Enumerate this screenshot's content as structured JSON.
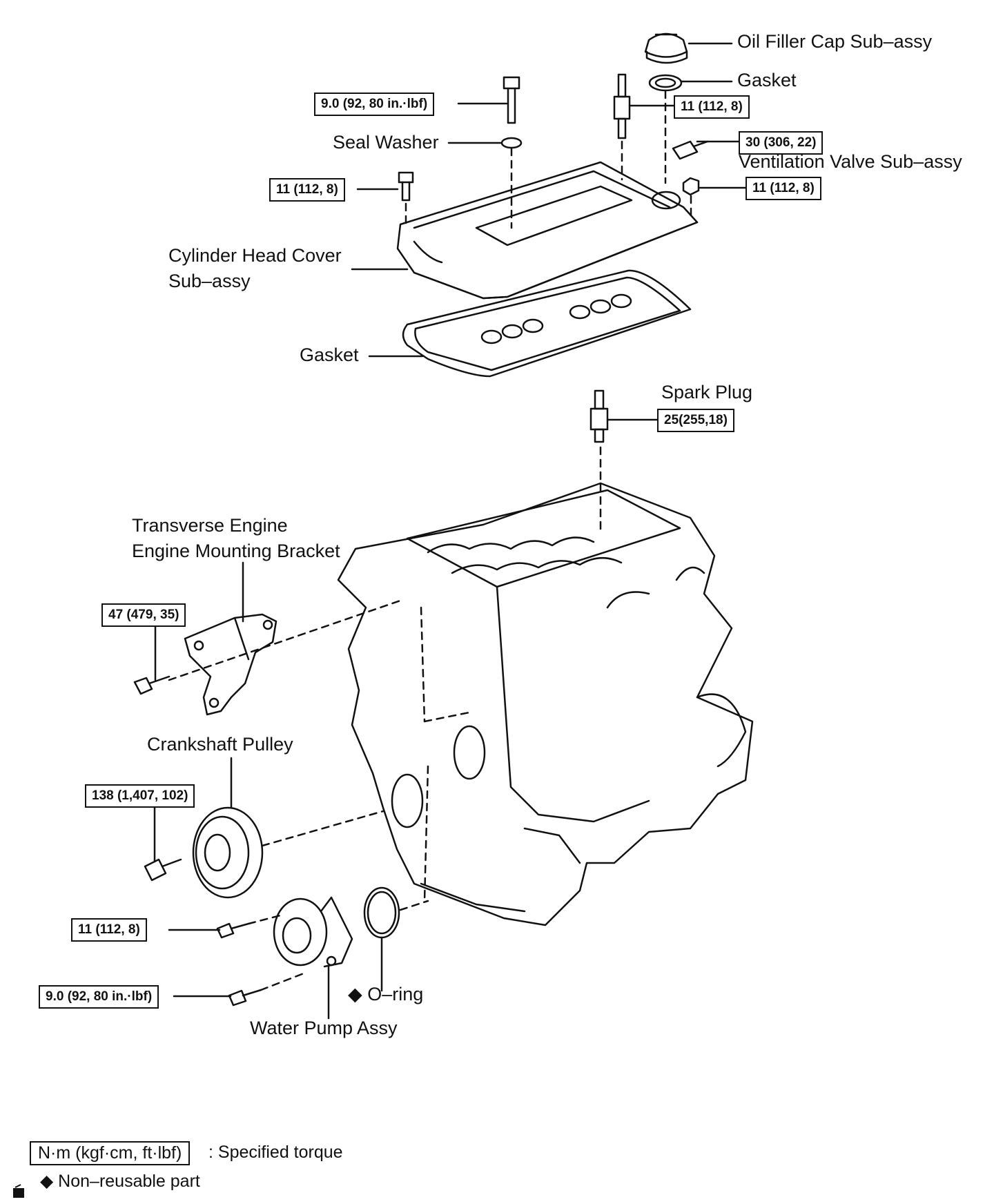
{
  "labels": {
    "oil_filler_cap": "Oil Filler Cap Sub–assy",
    "gasket_cap": "Gasket",
    "seal_washer": "Seal Washer",
    "ventilation_valve": "Ventilation Valve Sub–assy",
    "cylinder_head_cover_1": "Cylinder Head Cover",
    "cylinder_head_cover_2": "Sub–assy",
    "gasket_cover": "Gasket",
    "spark_plug": "Spark Plug",
    "mount_bracket_1": "Transverse Engine",
    "mount_bracket_2": "Engine Mounting Bracket",
    "crankshaft_pulley": "Crankshaft Pulley",
    "o_ring": "◆ O–ring",
    "water_pump": "Water Pump Assy"
  },
  "torques": {
    "cover_bolt_top": "9.0 (92, 80 in.·lbf)",
    "stud": "11 (112, 8)",
    "ventilation_valve": "30 (306, 22)",
    "cover_bolt_left": "11 (112, 8)",
    "cover_nut_right": "11 (112, 8)",
    "spark_plug": "25(255,18)",
    "mount_bracket": "47 (479, 35)",
    "crankshaft_pulley": "138 (1,407, 102)",
    "water_pump_upper": "11 (112, 8)",
    "water_pump_lower": "9.0 (92, 80 in.·lbf)"
  },
  "legend": {
    "torque_unit": "N·m (kgf·cm, ft·lbf)",
    "torque_desc": ": Specified torque",
    "non_reusable": "◆ Non–reusable part"
  }
}
